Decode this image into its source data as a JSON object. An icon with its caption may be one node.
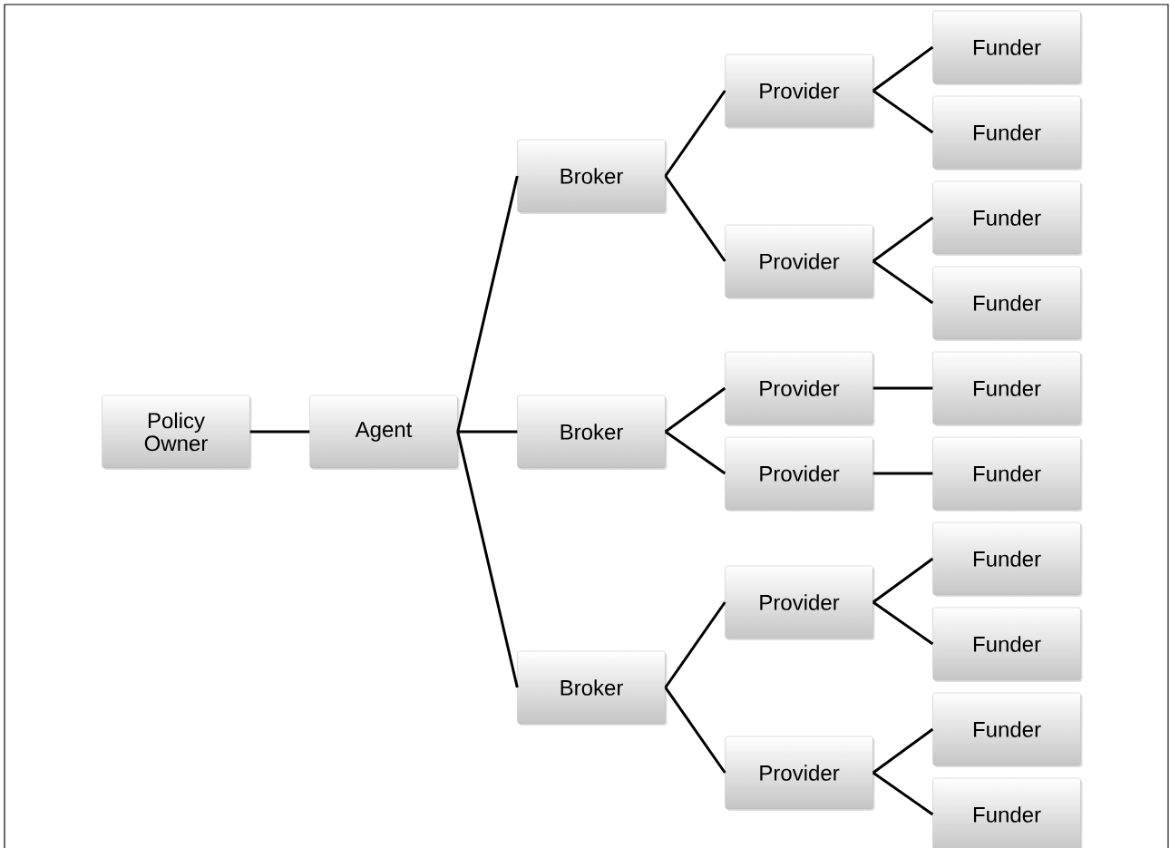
{
  "diagram": {
    "nodes": [
      {
        "text": [
          "Policy Owner"
        ]
      },
      {
        "text": [
          "Agent"
        ]
      },
      {
        "text": [
          "Broker"
        ]
      },
      {
        "text": [
          "Provider"
        ]
      },
      {
        "text": [
          "Funder"
        ]
      },
      {
        "text": [
          "Funder"
        ]
      },
      {
        "text": [
          "Provider"
        ]
      },
      {
        "text": [
          "Funder"
        ]
      },
      {
        "text": [
          "Funder"
        ]
      },
      {
        "text": [
          "Broker"
        ]
      },
      {
        "text": [
          "Provider"
        ]
      },
      {
        "text": [
          "Funder"
        ]
      },
      {
        "text": [
          "Provider"
        ]
      },
      {
        "text": [
          "Funder"
        ]
      },
      {
        "text": [
          "Broker"
        ]
      },
      {
        "text": [
          "Provider"
        ]
      },
      {
        "text": [
          "Funder"
        ]
      },
      {
        "text": [
          "Funder"
        ]
      },
      {
        "text": [
          "Provider"
        ]
      },
      {
        "text": [
          "Funder"
        ]
      },
      {
        "text": [
          "Funder"
        ]
      }
    ],
    "edges": [
      {
        "from": 0,
        "to": 1,
        "arrow": "none"
      },
      {
        "from": 1,
        "to": 2,
        "arrow": "none"
      },
      {
        "from": 1,
        "to": 9,
        "arrow": "none"
      },
      {
        "from": 1,
        "to": 14,
        "arrow": "none"
      },
      {
        "from": 2,
        "to": 3,
        "arrow": "none"
      },
      {
        "from": 2,
        "to": 6,
        "arrow": "none"
      },
      {
        "from": 3,
        "to": 4,
        "arrow": "none"
      },
      {
        "from": 3,
        "to": 5,
        "arrow": "none"
      },
      {
        "from": 6,
        "to": 7,
        "arrow": "none"
      },
      {
        "from": 6,
        "to": 8,
        "arrow": "none"
      },
      {
        "from": 9,
        "to": 10,
        "arrow": "none"
      },
      {
        "from": 9,
        "to": 12,
        "arrow": "none"
      },
      {
        "from": 10,
        "to": 11,
        "arrow": "none"
      },
      {
        "from": 12,
        "to": 13,
        "arrow": "none"
      },
      {
        "from": 14,
        "to": 15,
        "arrow": "none"
      },
      {
        "from": 14,
        "to": 18,
        "arrow": "none"
      },
      {
        "from": 15,
        "to": 16,
        "arrow": "none"
      },
      {
        "from": 15,
        "to": 17,
        "arrow": "none"
      },
      {
        "from": 18,
        "to": 19,
        "arrow": "none"
      },
      {
        "from": 18,
        "to": 20,
        "arrow": "none"
      }
    ]
  }
}
